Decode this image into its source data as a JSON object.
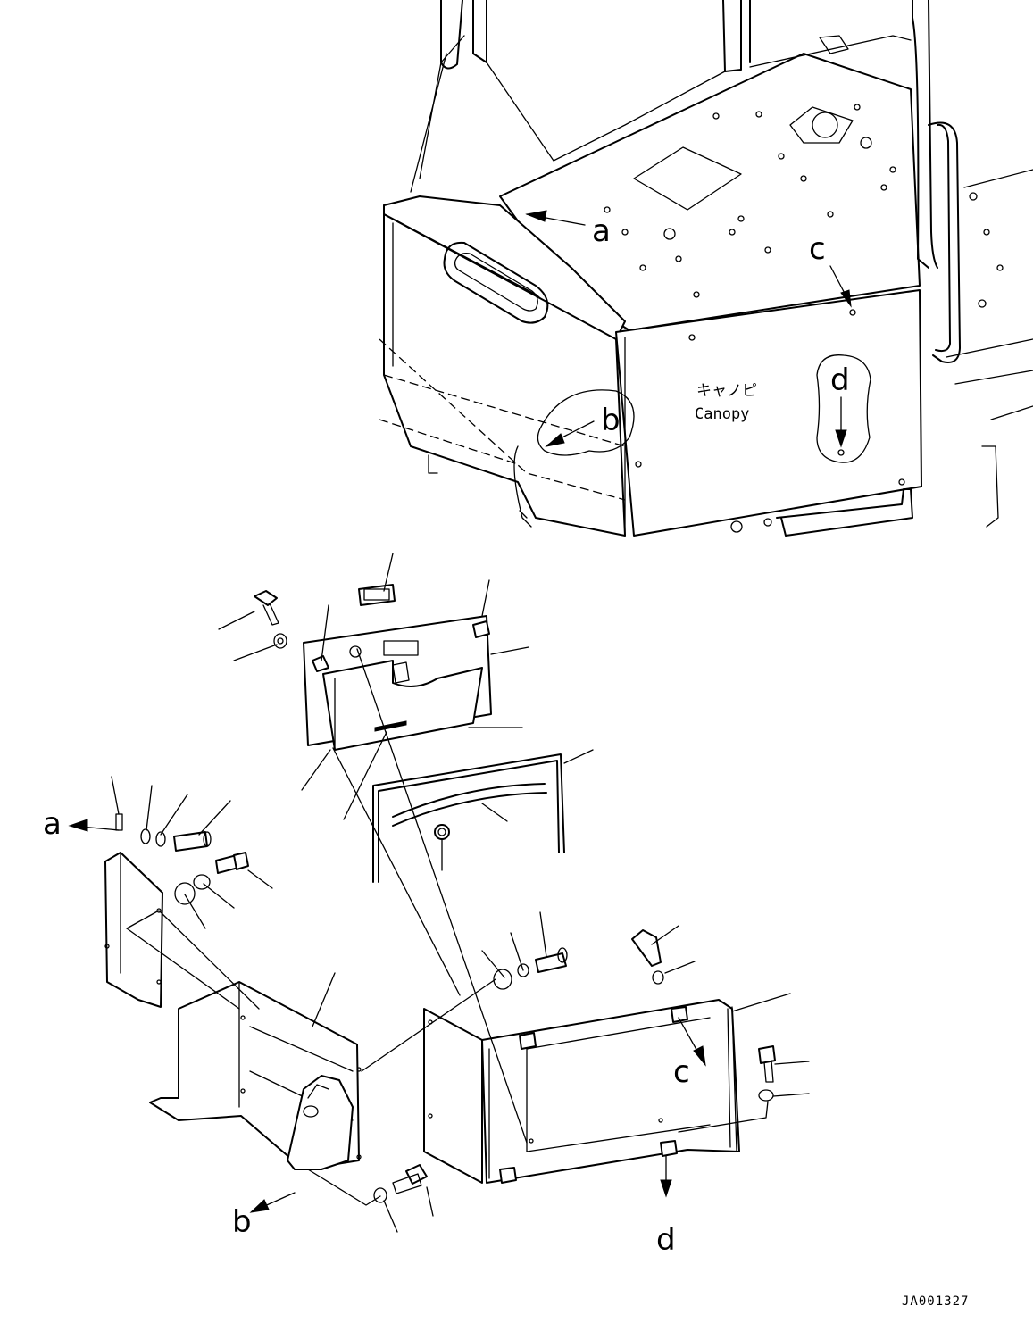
{
  "canopy_label": {
    "japanese": "キャノピ",
    "english": "Canopy"
  },
  "view_refs": {
    "a": "a",
    "b": "b",
    "c": "c",
    "d": "d"
  },
  "drawing_number": "JA001327"
}
